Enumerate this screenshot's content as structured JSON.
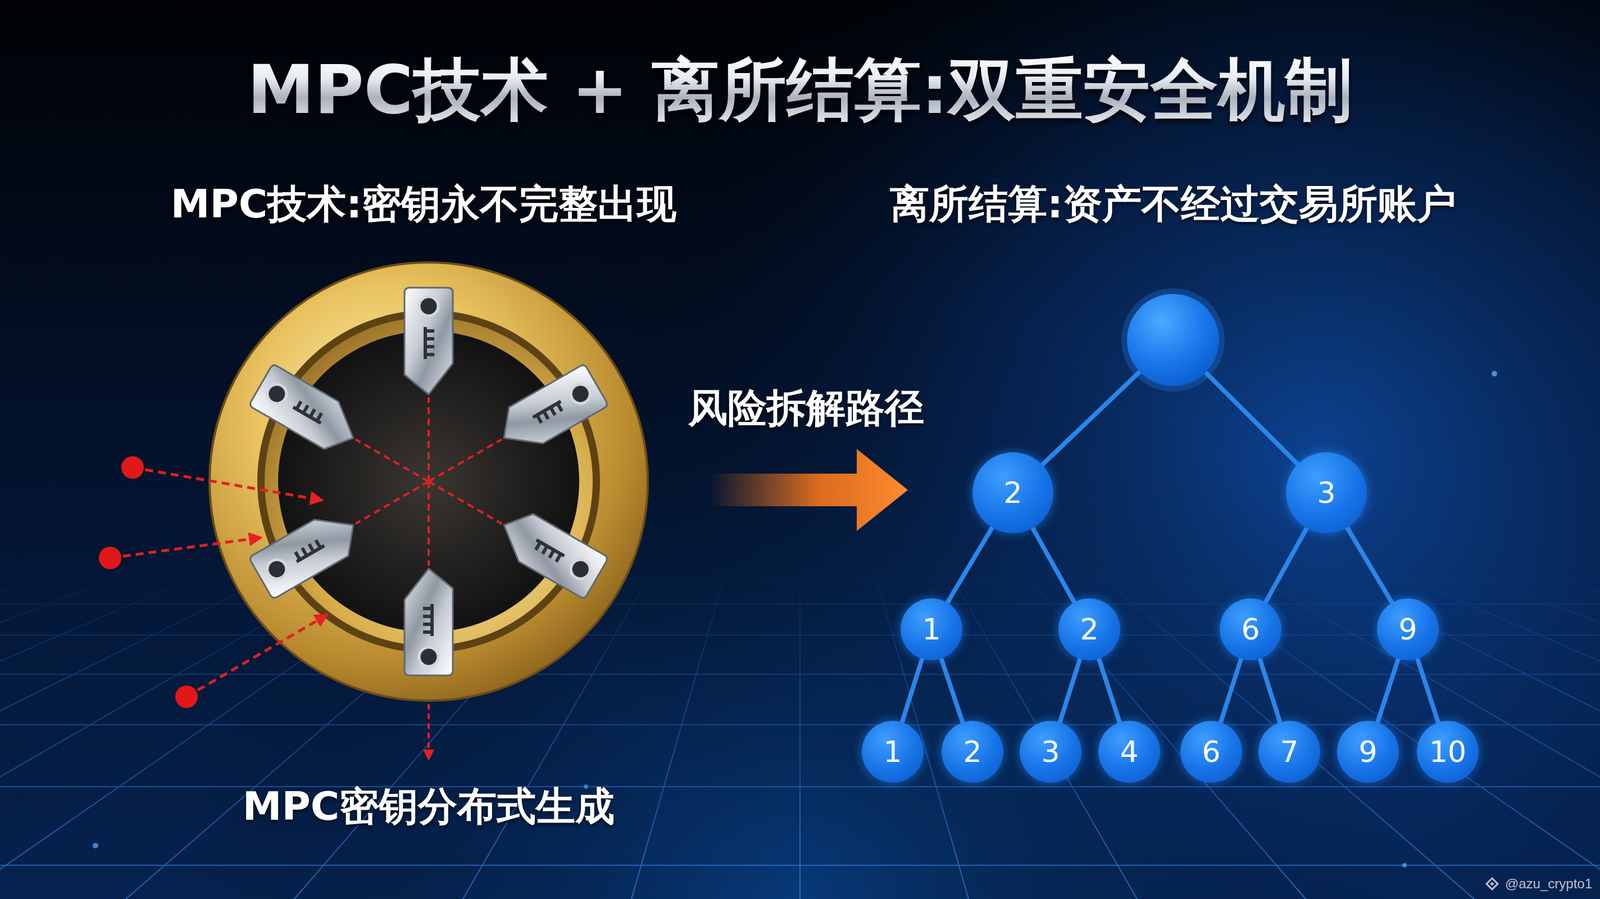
{
  "diagram": {
    "title": "MPC技术 + 离所结算:双重安全机制",
    "nodes": [
      {
        "text": [
          "2"
        ]
      },
      {
        "text": [
          "3"
        ]
      },
      {
        "text": [
          "1"
        ]
      },
      {
        "text": [
          "2"
        ]
      },
      {
        "text": [
          "6"
        ]
      },
      {
        "text": [
          "9"
        ]
      },
      {
        "text": [
          "1"
        ]
      },
      {
        "text": [
          "2"
        ]
      },
      {
        "text": [
          "3"
        ]
      },
      {
        "text": [
          "4"
        ]
      },
      {
        "text": [
          "6"
        ]
      },
      {
        "text": [
          "7"
        ]
      },
      {
        "text": [
          "9"
        ]
      },
      {
        "text": [
          "10"
        ]
      }
    ],
    "edges": [
      {
        "from": 0,
        "to": 2,
        "arrow": "none"
      },
      {
        "from": 0,
        "to": 3,
        "arrow": "none"
      },
      {
        "from": 1,
        "to": 4,
        "arrow": "none"
      },
      {
        "from": 1,
        "to": 5,
        "arrow": "none"
      },
      {
        "from": 2,
        "to": 6,
        "arrow": "none"
      },
      {
        "from": 2,
        "to": 7,
        "arrow": "none"
      },
      {
        "from": 3,
        "to": 8,
        "arrow": "none"
      },
      {
        "from": 3,
        "to": 9,
        "arrow": "none"
      },
      {
        "from": 4,
        "to": 10,
        "arrow": "none"
      },
      {
        "from": 4,
        "to": 11,
        "arrow": "none"
      },
      {
        "from": 5,
        "to": 12,
        "arrow": "none"
      },
      {
        "from": 5,
        "to": 13,
        "arrow": "none"
      }
    ],
    "labels": [
      "MPC技术:密钥永不完整出现",
      "离所结算:资产不经过交易所账户",
      "风险拆解路径",
      "MPC密钥分布式生成",
      "@azu_crypto1"
    ]
  }
}
